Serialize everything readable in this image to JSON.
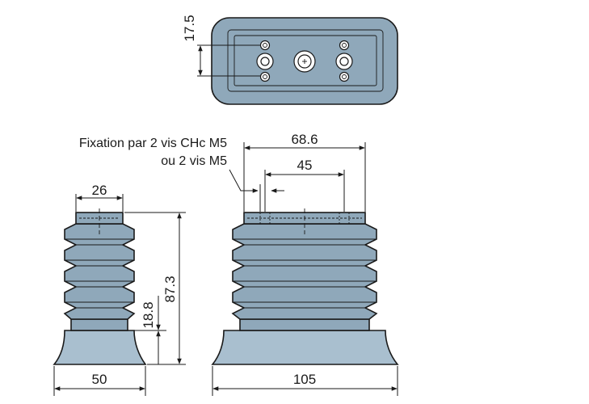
{
  "dimensions": {
    "top_height": "17.5",
    "side_top_width": "26",
    "side_base_width": "50",
    "total_height": "87.3",
    "base_height": "18.8",
    "front_top_width": "68.6",
    "hole_spacing": "45",
    "front_base_width": "105"
  },
  "note": {
    "line1": "Fixation par 2 vis CHc M5",
    "line2": "ou 2 vis M5"
  },
  "colors": {
    "body": "#8fa8ba",
    "outline": "#1a1a1a"
  }
}
